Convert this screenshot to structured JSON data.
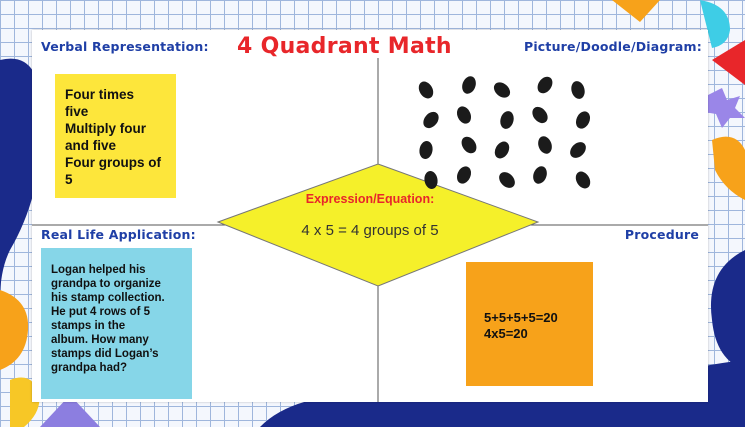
{
  "title": "4 Quadrant Math",
  "quadrants": {
    "verbal": {
      "heading": "Verbal Representation:",
      "note": "Four times\nfive\nMultiply four\nand five\nFour groups of\n5"
    },
    "picture": {
      "heading": "Picture/Doodle/Diagram:",
      "drawing": {
        "rows": 4,
        "per_row": 5
      }
    },
    "real_life": {
      "heading": "Real Life Application:",
      "note": "Logan helped his\ngrandpa to organize\nhis stamp collection.\nHe put 4 rows of 5\nstamps in the\nalbum. How many\nstamps did Logan’s\ngrandpa had?"
    },
    "procedure": {
      "heading": "Procedure",
      "note": "5+5+5+5=20\n4x5=20"
    }
  },
  "center": {
    "heading": "Expression/Equation:",
    "equation": "4 x 5 = 4 groups of 5"
  },
  "colors": {
    "heading_blue": "#1f3fa6",
    "title_red": "#e8262a",
    "diamond_yellow": "#f5f02a",
    "note_yellow": "#fde63b",
    "note_cyan": "#86d6e8",
    "note_orange": "#f7a21a"
  }
}
